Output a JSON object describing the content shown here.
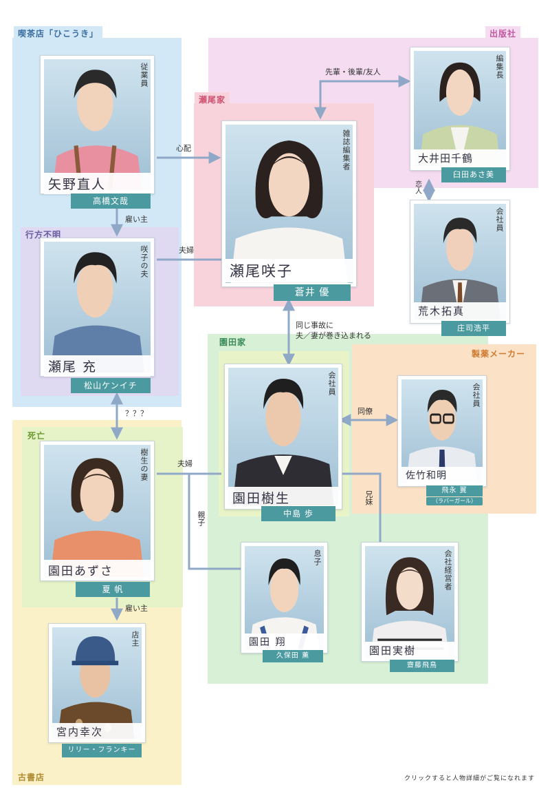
{
  "zones": {
    "cafe": "喫茶店「ひこうき」",
    "publisher": "出版社",
    "seo_family": "瀬尾家",
    "missing": "行方不明",
    "sonoda_family": "園田家",
    "pharma": "製薬メーカー",
    "dead": "死亡",
    "bookstore": "古書店"
  },
  "characters": {
    "yano": {
      "name": "矢野直人",
      "role": "従業員",
      "actor": "高橋文哉"
    },
    "seo_sakiko": {
      "name": "瀬尾咲子",
      "role": "雑誌編集者",
      "actor": "蒼井 優"
    },
    "oida": {
      "name": "大井田千鶴",
      "role": "編集長",
      "actor": "臼田あさ美"
    },
    "araki": {
      "name": "荒木拓真",
      "role": "会社員",
      "actor": "庄司浩平"
    },
    "seo_mitsuru": {
      "name": "瀬尾 充",
      "role": "咲子の夫",
      "actor": "松山ケンイチ"
    },
    "sonoda_itsuki": {
      "name": "園田樹生",
      "role": "会社員",
      "actor": "中島 歩"
    },
    "satake": {
      "name": "佐竹和明",
      "role": "会社員",
      "actor": "飛永 翼",
      "actor_sub": "（ラバーガール）"
    },
    "sonoda_azusa": {
      "name": "園田あずさ",
      "role": "樹生の妻",
      "actor": "夏 帆"
    },
    "sonoda_sho": {
      "name": "園田 翔",
      "role": "息子",
      "actor": "久保田 薫"
    },
    "sonoda_minori": {
      "name": "園田実樹",
      "role": "会社経営者",
      "actor": "齋藤飛鳥"
    },
    "miyauchi": {
      "name": "宮内幸次",
      "role": "店主",
      "actor": "リリー・フランキー"
    }
  },
  "relations": {
    "senpai": "先輩・後輩/友人",
    "shinpai": "心配",
    "koibito": "恋人",
    "yatoinushi1": "雇い主",
    "fuufu1": "夫婦",
    "accident": "同じ事故に\n夫／妻が巻き込まれる",
    "unknown": "？？？",
    "douryou": "同僚",
    "fuufu2": "夫婦",
    "oyako": "親子",
    "kyoudai": "兄妹",
    "yatoinushi2": "雇い主"
  },
  "footer": "クリックすると人物詳細がご覧になれます",
  "colors": {
    "cafe": "#cfe6f5",
    "publisher": "#f5d8f0",
    "seo": "#f8d0da",
    "missing": "#ddd8f0",
    "sonoda": "#d6efd6",
    "pharma": "#fbe0c4",
    "dead": "#e4f2c6",
    "bookstore": "#fbf0c6",
    "line": "#8fa8c8",
    "actor_bg": "#4a9aa0"
  }
}
